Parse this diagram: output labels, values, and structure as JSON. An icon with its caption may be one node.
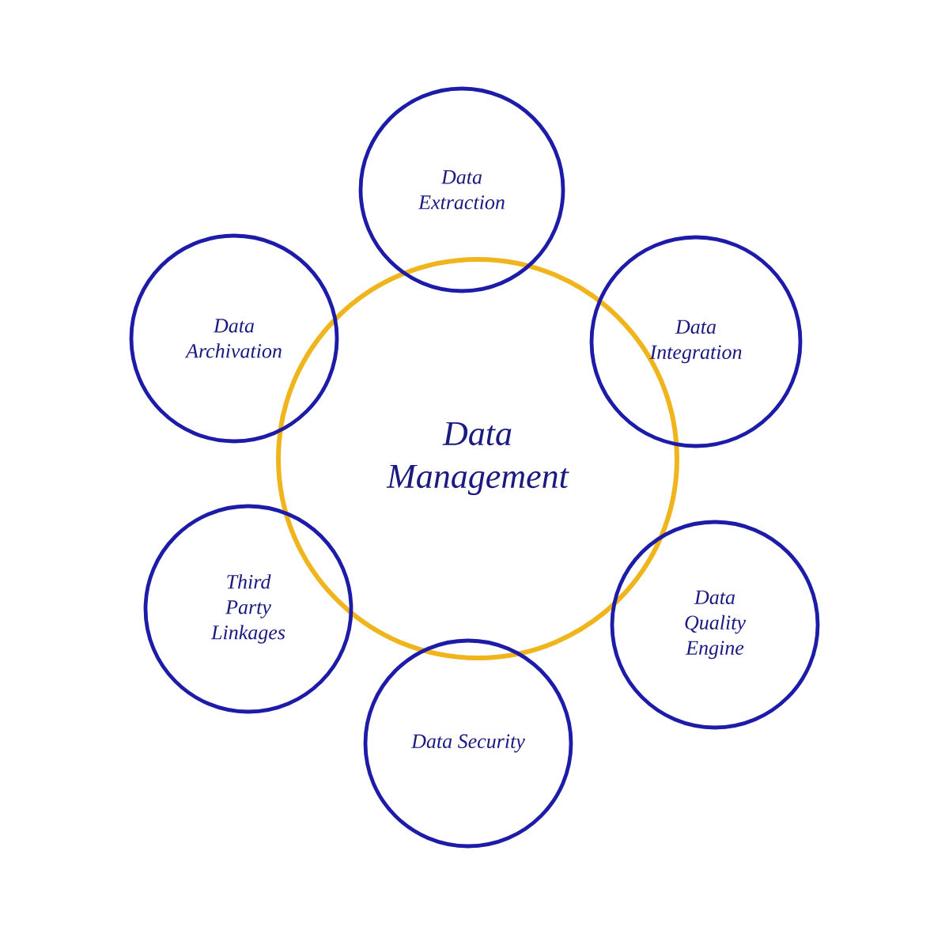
{
  "diagram": {
    "nodes": [
      {
        "text": [
          "Data Management"
        ]
      },
      {
        "text": [
          "Data Extraction"
        ]
      },
      {
        "text": [
          "Data Integration"
        ]
      },
      {
        "text": [
          "Data Quality Engine"
        ]
      },
      {
        "text": [
          "Data Security"
        ]
      },
      {
        "text": [
          "Third Party Linkages"
        ]
      },
      {
        "text": [
          "Data Archivation"
        ]
      }
    ]
  }
}
